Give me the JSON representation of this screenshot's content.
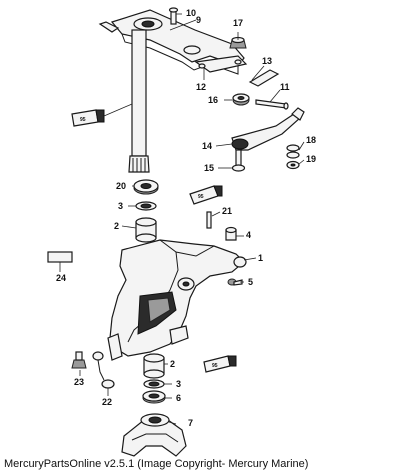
{
  "callouts": {
    "c1": "1",
    "c2a": "2",
    "c2b": "2",
    "c3a": "3",
    "c3b": "3",
    "c4": "4",
    "c5": "5",
    "c6": "6",
    "c7": "7",
    "c9": "9",
    "c10": "10",
    "c11": "11",
    "c12": "12",
    "c13": "13",
    "c14": "14",
    "c15": "15",
    "c16": "16",
    "c17": "17",
    "c18": "18",
    "c19": "19",
    "c20": "20",
    "c21": "21",
    "c22": "22",
    "c23": "23",
    "c24": "24"
  },
  "tube_labels": {
    "t1": "95",
    "t2": "95",
    "t3": "95"
  },
  "caption": "MercuryPartsOnline v2.5.1 (Image Copyright- Mercury Marine)"
}
